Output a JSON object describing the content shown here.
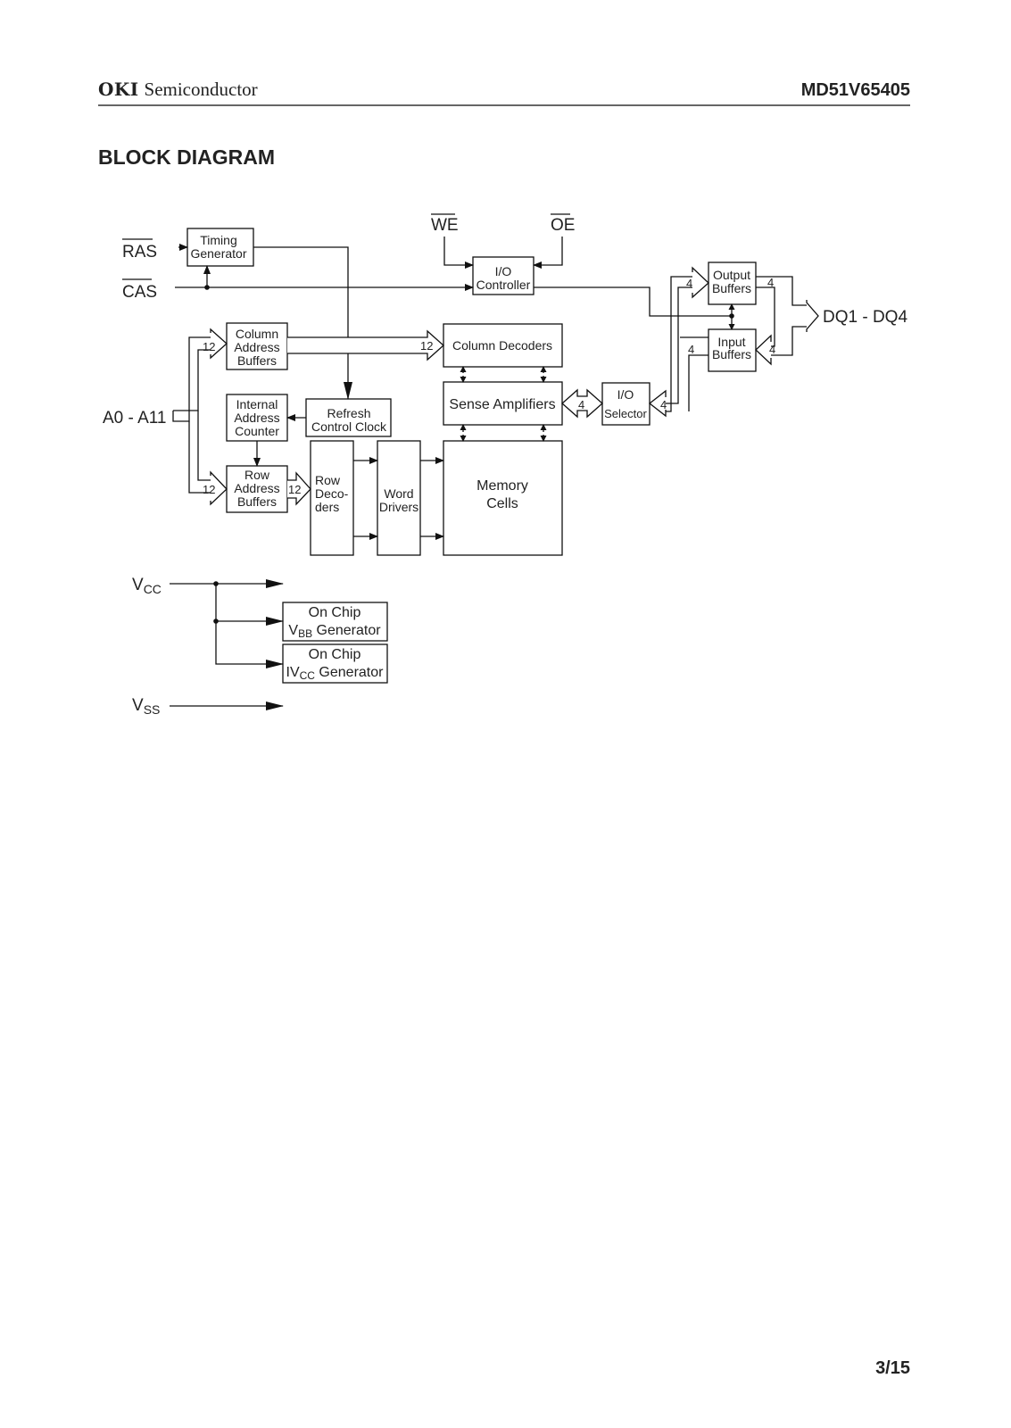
{
  "header": {
    "brand_bold": "OKI",
    "brand_text": "Semiconductor",
    "part_number": "MD51V65405"
  },
  "title": "BLOCK DIAGRAM",
  "footer": {
    "page": "3/15"
  },
  "diagram": {
    "pins": {
      "ras": "RAS",
      "cas": "CAS",
      "we": "WE",
      "oe": "OE",
      "address": "A0 - A11",
      "dq": "DQ1 - DQ4",
      "vcc_main": "V",
      "vcc_sub": "CC",
      "vss_main": "V",
      "vss_sub": "SS"
    },
    "blocks": {
      "timing_generator": [
        "Timing",
        "Generator"
      ],
      "io_controller": [
        "I/O",
        "Controller"
      ],
      "column_address_buffers": [
        "Column",
        "Address",
        "Buffers"
      ],
      "column_decoders": [
        "Column Decoders"
      ],
      "internal_address_counter": [
        "Internal",
        "Address",
        "Counter"
      ],
      "refresh_control_clock": [
        "Refresh",
        "Control Clock"
      ],
      "sense_amplifiers": [
        "Sense Amplifiers"
      ],
      "io_selector": [
        "I/O",
        "Selector"
      ],
      "output_buffers": [
        "Output",
        "Buffers"
      ],
      "input_buffers": [
        "Input",
        "Buffers"
      ],
      "row_address_buffers": [
        "Row",
        "Address",
        "Buffers"
      ],
      "row_decoders": [
        "Row",
        "Deco-",
        "ders"
      ],
      "word_drivers": [
        "Word",
        "Drivers"
      ],
      "memory_cells": [
        "Memory",
        "Cells"
      ],
      "vbb_generator": {
        "line1": "On Chip",
        "main": "V",
        "sub": "BB",
        "rest": " Generator"
      },
      "ivcc_generator": {
        "line1": "On Chip",
        "main": "IV",
        "sub": "CC",
        "rest": " Generator"
      }
    },
    "bus_widths": {
      "addr_to_col_buf": "12",
      "col_buf_to_col_dec": "12",
      "addr_to_row_buf": "12",
      "row_buf_to_row_dec": "12",
      "sense_to_selector": "4",
      "selector_bus": "4",
      "to_output_buf": "4",
      "output_buf_to_dq": "4",
      "from_input_buf": "4",
      "dq_to_input_buf": "4"
    }
  }
}
